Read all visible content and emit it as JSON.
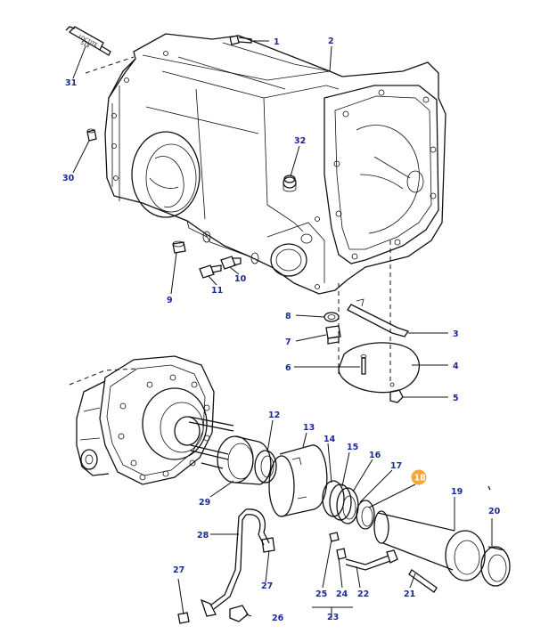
{
  "diagram": {
    "highlight_color": "#f5a83a",
    "label_color": "#1a2a9a",
    "tube_text": [
      "LOCTITE",
      "518"
    ],
    "callouts": [
      {
        "id": "1",
        "label": "1"
      },
      {
        "id": "2",
        "label": "2"
      },
      {
        "id": "3",
        "label": "3"
      },
      {
        "id": "4",
        "label": "4"
      },
      {
        "id": "5",
        "label": "5"
      },
      {
        "id": "6",
        "label": "6"
      },
      {
        "id": "7",
        "label": "7"
      },
      {
        "id": "8",
        "label": "8"
      },
      {
        "id": "9",
        "label": "9"
      },
      {
        "id": "10",
        "label": "10"
      },
      {
        "id": "11",
        "label": "11"
      },
      {
        "id": "12",
        "label": "12"
      },
      {
        "id": "13",
        "label": "13"
      },
      {
        "id": "14",
        "label": "14"
      },
      {
        "id": "15",
        "label": "15"
      },
      {
        "id": "16",
        "label": "16"
      },
      {
        "id": "17",
        "label": "17"
      },
      {
        "id": "18",
        "label": "18",
        "highlighted": true
      },
      {
        "id": "19",
        "label": "19"
      },
      {
        "id": "20",
        "label": "20"
      },
      {
        "id": "21",
        "label": "21"
      },
      {
        "id": "22",
        "label": "22"
      },
      {
        "id": "23",
        "label": "23"
      },
      {
        "id": "24",
        "label": "24"
      },
      {
        "id": "25",
        "label": "25"
      },
      {
        "id": "26",
        "label": "26"
      },
      {
        "id": "27a",
        "label": "27"
      },
      {
        "id": "27b",
        "label": "27"
      },
      {
        "id": "28",
        "label": "28"
      },
      {
        "id": "29",
        "label": "29"
      },
      {
        "id": "30",
        "label": "30"
      },
      {
        "id": "31",
        "label": "31"
      },
      {
        "id": "32",
        "label": "32"
      }
    ]
  }
}
